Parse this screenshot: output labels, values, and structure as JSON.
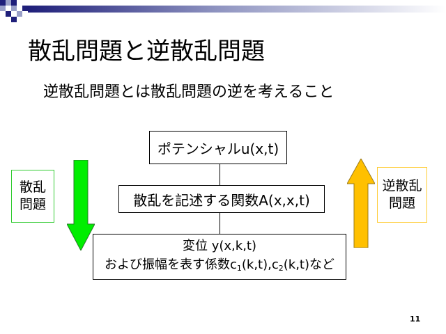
{
  "slide": {
    "title": "散乱問題と逆散乱問題",
    "subtitle": "逆散乱問題とは散乱問題の逆を考えること",
    "page_number": "11"
  },
  "flow": {
    "box1": "ポテンシャルu(x,t)",
    "box2": "散乱を記述する関数A(x,x,t)",
    "box3_line1": "変位 y(x,k,t)",
    "box3_line2": {
      "prefix": "および振幅を表す係数c",
      "sub1": "1",
      "middle": "(k,t),c",
      "sub2": "2",
      "suffix": "(k,t)など"
    }
  },
  "labels": {
    "left": {
      "line1": "散乱",
      "line2": "問題"
    },
    "right": {
      "line1": "逆散乱",
      "line2": "問題"
    }
  },
  "colors": {
    "down_arrow": "#00ee00",
    "up_arrow": "#ffc000",
    "left_border": "#33cc33",
    "right_border": "#ffcc33",
    "deco_navy": "#1f1f7a"
  }
}
